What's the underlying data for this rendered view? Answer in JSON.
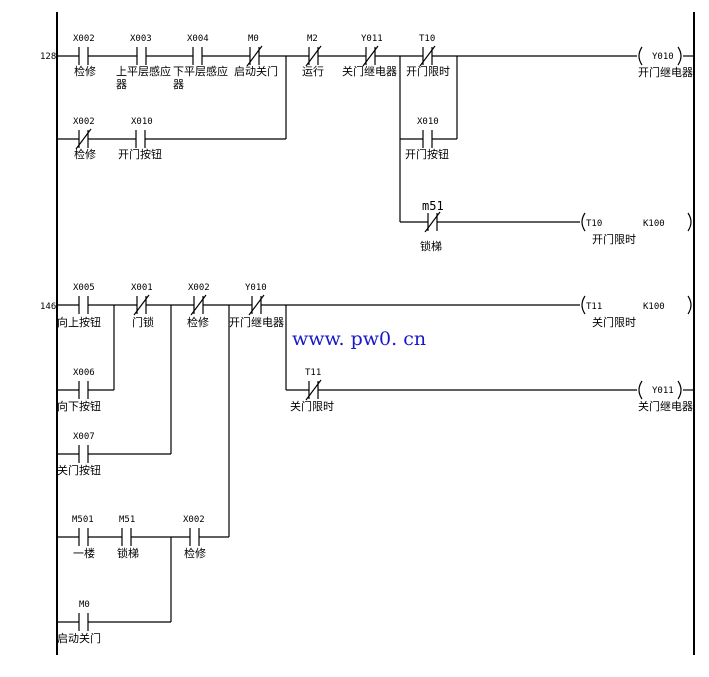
{
  "rungs": [
    {
      "number": "128"
    },
    {
      "number": "146"
    }
  ],
  "contacts": [
    {
      "id": "r1-x002",
      "addr": "X002",
      "note": "检修",
      "type": "NO"
    },
    {
      "id": "r1-x003",
      "addr": "X003",
      "note": "上平层感应器",
      "type": "NO"
    },
    {
      "id": "r1-x004",
      "addr": "X004",
      "note": "下平层感应器",
      "type": "NO"
    },
    {
      "id": "r1-m0",
      "addr": "M0",
      "note": "启动关门",
      "type": "NC"
    },
    {
      "id": "r1-m2",
      "addr": "M2",
      "note": "运行",
      "type": "NC"
    },
    {
      "id": "r1-y011",
      "addr": "Y011",
      "note": "关门继电器",
      "type": "NC"
    },
    {
      "id": "r1-t10",
      "addr": "T10",
      "note": "开门限时",
      "type": "NC"
    },
    {
      "id": "r1-x002b",
      "addr": "X002",
      "note": "检修",
      "type": "NC"
    },
    {
      "id": "r1-x010a",
      "addr": "X010",
      "note": "开门按钮",
      "type": "NO"
    },
    {
      "id": "r1-x010b",
      "addr": "X010",
      "note": "开门按钮",
      "type": "NO"
    },
    {
      "id": "r1-m51",
      "addr": "m51",
      "note": "锁梯",
      "type": "NC"
    },
    {
      "id": "r2-x005",
      "addr": "X005",
      "note": "向上按钮",
      "type": "NO"
    },
    {
      "id": "r2-x001",
      "addr": "X001",
      "note": "门锁",
      "type": "NC"
    },
    {
      "id": "r2-x002",
      "addr": "X002",
      "note": "检修",
      "type": "NC"
    },
    {
      "id": "r2-y010",
      "addr": "Y010",
      "note": "开门继电器",
      "type": "NC"
    },
    {
      "id": "r2-x006",
      "addr": "X006",
      "note": "向下按钮",
      "type": "NO"
    },
    {
      "id": "r2-x007",
      "addr": "X007",
      "note": "关门按钮",
      "type": "NO"
    },
    {
      "id": "r2-t11",
      "addr": "T11",
      "note": "关门限时",
      "type": "NC"
    },
    {
      "id": "r2-m501",
      "addr": "M501",
      "note": "一楼",
      "type": "NO"
    },
    {
      "id": "r2-m51",
      "addr": "M51",
      "note": "锁梯",
      "type": "NO"
    },
    {
      "id": "r2-x002c",
      "addr": "X002",
      "note": "检修",
      "type": "NO"
    },
    {
      "id": "r2-m0",
      "addr": "M0",
      "note": "启动关门",
      "type": "NO"
    }
  ],
  "coils": [
    {
      "id": "coil-y010",
      "addr": "Y010",
      "note": "开门继电器"
    },
    {
      "id": "coil-t10",
      "addr": "T10",
      "setting": "K100",
      "note": "开门限时"
    },
    {
      "id": "coil-t11",
      "addr": "T11",
      "setting": "K100",
      "note": "关门限时"
    },
    {
      "id": "coil-y011",
      "addr": "Y011",
      "note": "关门继电器"
    }
  ],
  "watermark": "www. pw0. cn",
  "colors": {
    "line": "#000000",
    "watermark": "#1818c8",
    "background": "#ffffff"
  }
}
